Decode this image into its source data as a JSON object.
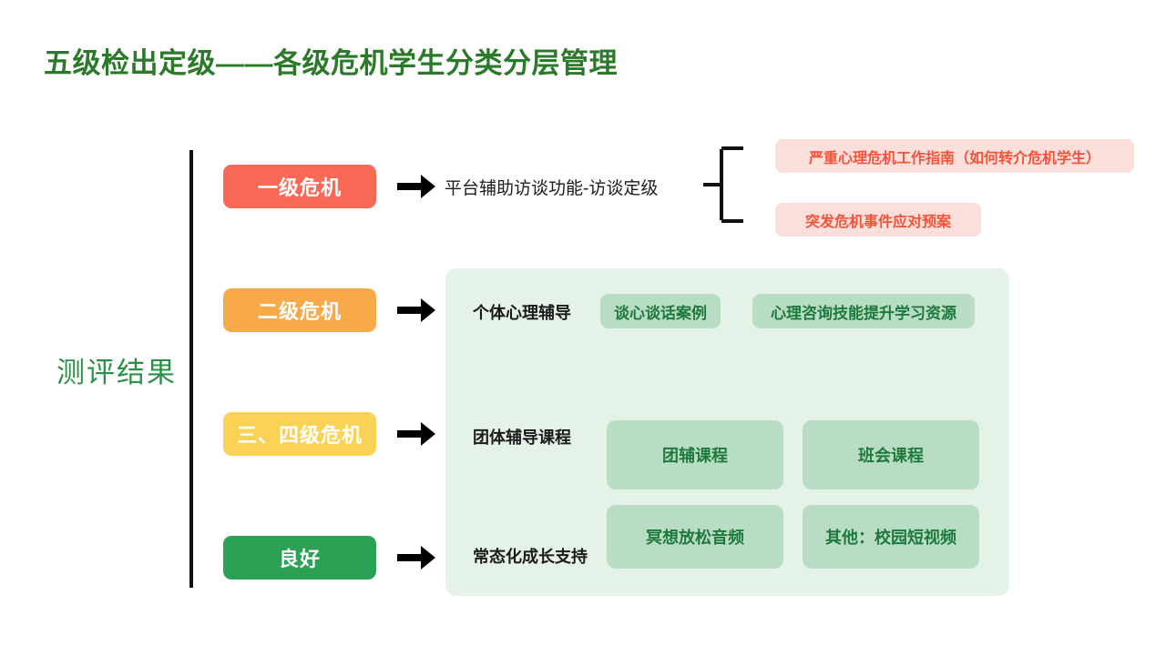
{
  "page_title": "五级检出定级——各级危机学生分类分层管理",
  "axis_label": "测评结果",
  "colors": {
    "title_green": "#2a7a2a",
    "axis_green": "#2a9147",
    "level1_red": "#f96a56",
    "level2_orange": "#f8a948",
    "level34_yellow": "#f9d256",
    "good_green": "#2ba156",
    "panel_bg": "#e5f2e8",
    "chip_green": "#b9ddc4",
    "chip_text_green": "#1e7a3c",
    "pill_pink_bg": "#fbdfdb",
    "pill_pink_text": "#f4533a"
  },
  "levels": [
    {
      "label": "一级危机",
      "color": "#f96a56",
      "arrow": "arrow-right-icon"
    },
    {
      "label": "二级危机",
      "color": "#f8a948",
      "arrow": "arrow-right-icon"
    },
    {
      "label": "三、四级危机",
      "color": "#f9d256",
      "arrow": "arrow-right-icon"
    },
    {
      "label": "良好",
      "color": "#2ba156",
      "arrow": "arrow-right-icon"
    }
  ],
  "row1": {
    "text": "平台辅助访谈功能-访谈定级",
    "bracket": "curly-bracket-icon",
    "resources": [
      "严重心理危机工作指南（如何转介危机学生）",
      "突发危机事件应对预案"
    ]
  },
  "panel": {
    "sections": [
      {
        "label": "个体心理辅导",
        "items": [
          "谈心谈话案例",
          "心理咨询技能提升学习资源"
        ]
      },
      {
        "label": "团体辅导课程",
        "items": [
          "团辅课程",
          "班会课程"
        ]
      },
      {
        "label": "常态化成长支持",
        "items": [
          "冥想放松音频",
          "其他：校园短视频"
        ]
      }
    ]
  }
}
